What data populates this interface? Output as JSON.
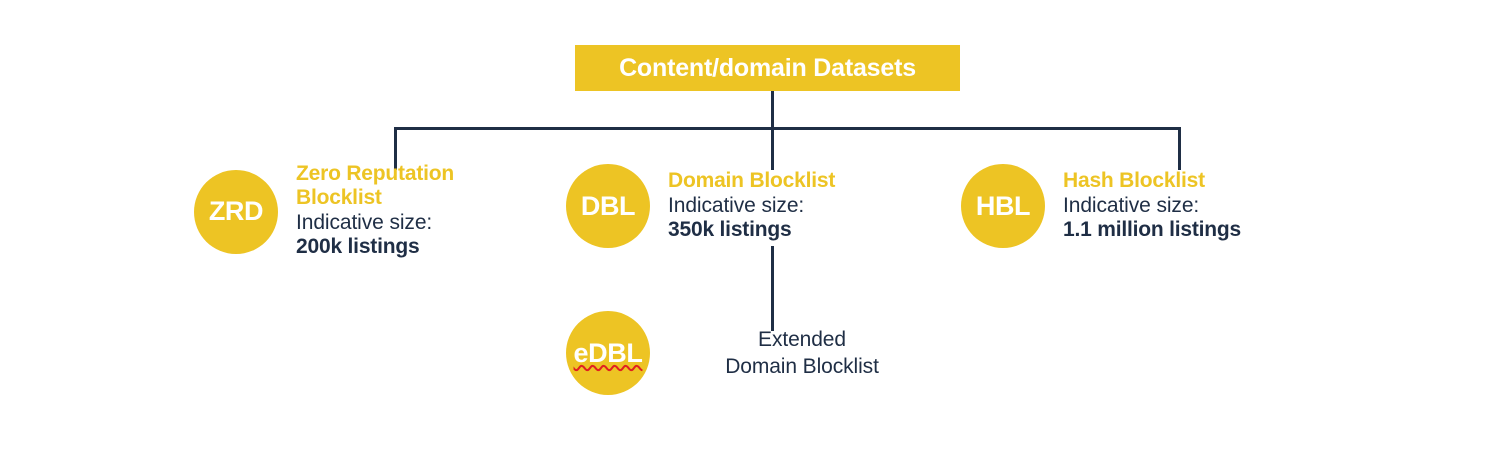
{
  "diagram": {
    "header": {
      "title": "Content/domain Datasets"
    },
    "colors": {
      "gold": "#EDC424",
      "navy": "#1F2E45",
      "white": "#FFFFFF",
      "spellcheck_red": "#E02020"
    },
    "nodes": [
      {
        "abbr": "ZRD",
        "title": "Zero Reputation Blocklist",
        "size_label": "Indicative size:",
        "size_value": "200k listings"
      },
      {
        "abbr": "DBL",
        "title": "Domain Blocklist",
        "size_label": "Indicative size:",
        "size_value": "350k listings"
      },
      {
        "abbr": "HBL",
        "title": "Hash Blocklist",
        "size_label": "Indicative size:",
        "size_value": "1.1 million listings"
      },
      {
        "abbr": "eDBL",
        "label_line1": "Extended",
        "label_line2": "Domain Blocklist"
      }
    ]
  }
}
